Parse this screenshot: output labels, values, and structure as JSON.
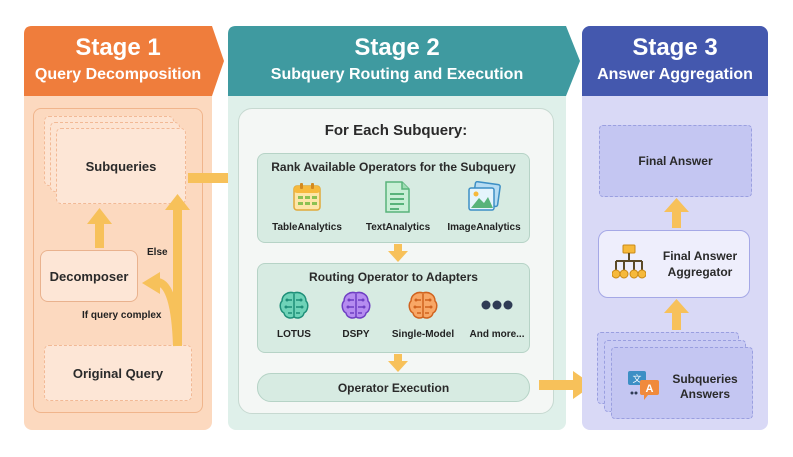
{
  "stage1": {
    "title": "Stage 1",
    "subtitle": "Query Decomposition",
    "subqueries": "Subqueries",
    "decomposer": "Decomposer",
    "original_query": "Original Query",
    "else_label": "Else",
    "complex_label": "If query complex"
  },
  "stage2": {
    "title": "Stage 2",
    "subtitle": "Subquery Routing and Execution",
    "for_each": "For Each Subquery:",
    "rank_title": "Rank Available Operators for the Subquery",
    "operators": [
      {
        "label": "TableAnalytics"
      },
      {
        "label": "TextAnalytics"
      },
      {
        "label": "ImageAnalytics"
      }
    ],
    "routing_title": "Routing Operator to Adapters",
    "adapters": [
      {
        "label": "LOTUS"
      },
      {
        "label": "DSPY"
      },
      {
        "label": "Single-Model"
      },
      {
        "label": "And more..."
      }
    ],
    "execution": "Operator Execution"
  },
  "stage3": {
    "title": "Stage 3",
    "subtitle": "Answer Aggregation",
    "final_answer": "Final Answer",
    "aggregator": [
      "Final Answer",
      "Aggregator"
    ],
    "sub_answers": [
      "Subqueries",
      "Answers"
    ]
  },
  "colors": {
    "stage1": "#ef7d3c",
    "stage2": "#3f9aa0",
    "stage3": "#4458ae",
    "arrow": "#f7c15a"
  },
  "icons": [
    "spreadsheet-icon",
    "document-icon",
    "image-icon",
    "brain-circuit-icon",
    "ellipsis-icon",
    "hierarchy-icon",
    "translate-chat-icon"
  ]
}
